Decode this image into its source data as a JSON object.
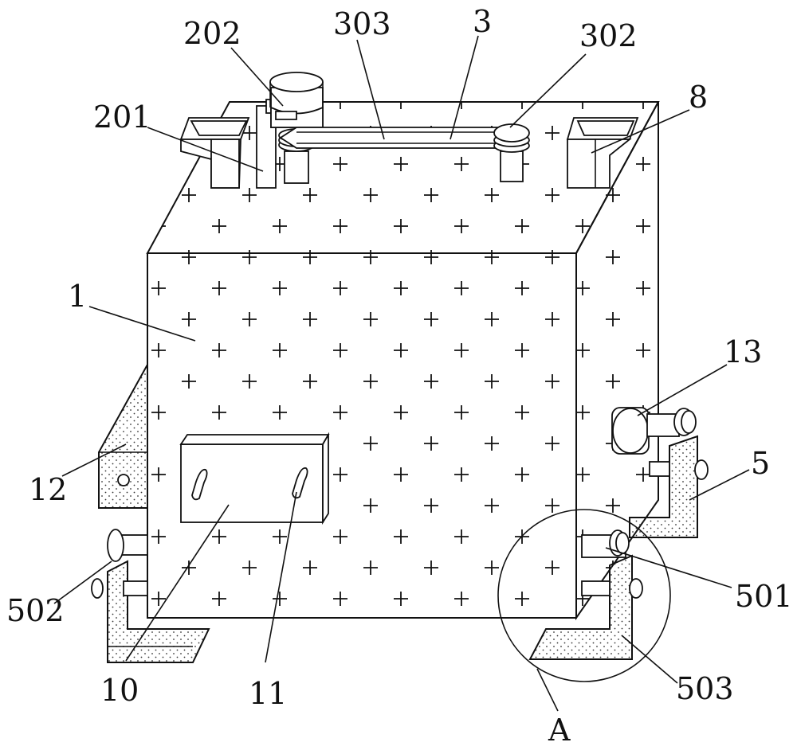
{
  "figure": {
    "labels": {
      "l202": "202",
      "l303": "303",
      "l3": "3",
      "l302": "302",
      "l201": "201",
      "l8": "8",
      "l1": "1",
      "l13": "13",
      "l12": "12",
      "l5": "5",
      "l502": "502",
      "l501": "501",
      "l10": "10",
      "l11": "11",
      "l503": "503",
      "lA": "A"
    }
  }
}
